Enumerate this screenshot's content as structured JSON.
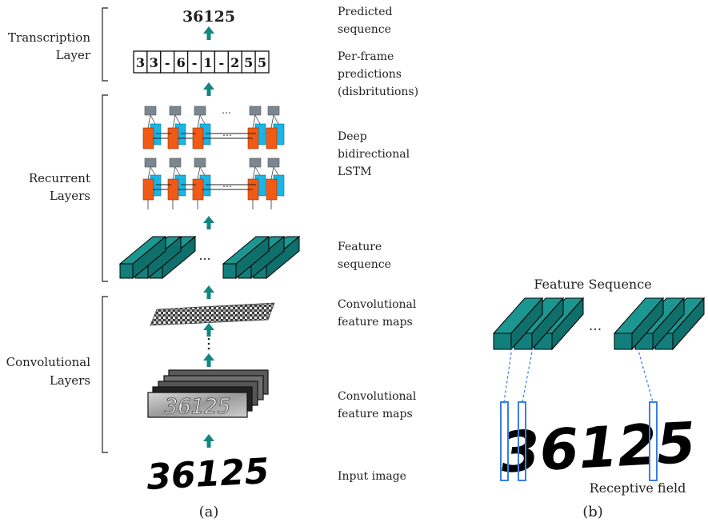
{
  "panel_a": {
    "caption": "(a)",
    "brackets": [
      {
        "label_lines": [
          "Transcription",
          "Layer"
        ]
      },
      {
        "label_lines": [
          "Recurrent",
          "Layers"
        ]
      },
      {
        "label_lines": [
          "Convolutional",
          "Layers"
        ]
      }
    ],
    "predicted_value": "36125",
    "frame_cells": [
      "3",
      "3",
      "-",
      "6",
      "-",
      "1",
      "-",
      "2",
      "5",
      "5"
    ],
    "ellipsis": "...",
    "input_text": "36125",
    "descriptions": [
      {
        "key": "predicted",
        "lines": [
          "Predicted",
          "sequence"
        ]
      },
      {
        "key": "per_frame",
        "lines": [
          "Per-frame",
          "predictions",
          "(disbritutions)"
        ]
      },
      {
        "key": "lstm",
        "lines": [
          "Deep",
          "bidirectional",
          "LSTM"
        ]
      },
      {
        "key": "feature_seq",
        "lines": [
          "Feature",
          "sequence"
        ]
      },
      {
        "key": "conv_maps_1",
        "lines": [
          "Convolutional",
          "feature maps"
        ]
      },
      {
        "key": "conv_maps_2",
        "lines": [
          "Convolutional",
          "feature maps"
        ]
      },
      {
        "key": "input",
        "lines": [
          "Input image"
        ]
      }
    ]
  },
  "panel_b": {
    "caption": "(b)",
    "title": "Feature Sequence",
    "ellipsis": "...",
    "input_text": "36125",
    "receptive_label": "Receptive field"
  },
  "colors": {
    "teal": "#137f7c",
    "arrow": "#138680",
    "lstm_orange": "#f05a14",
    "lstm_cyan": "#19b5e6",
    "lstm_gray": "#7b8790",
    "receptive_blue": "#3a7fe0"
  }
}
